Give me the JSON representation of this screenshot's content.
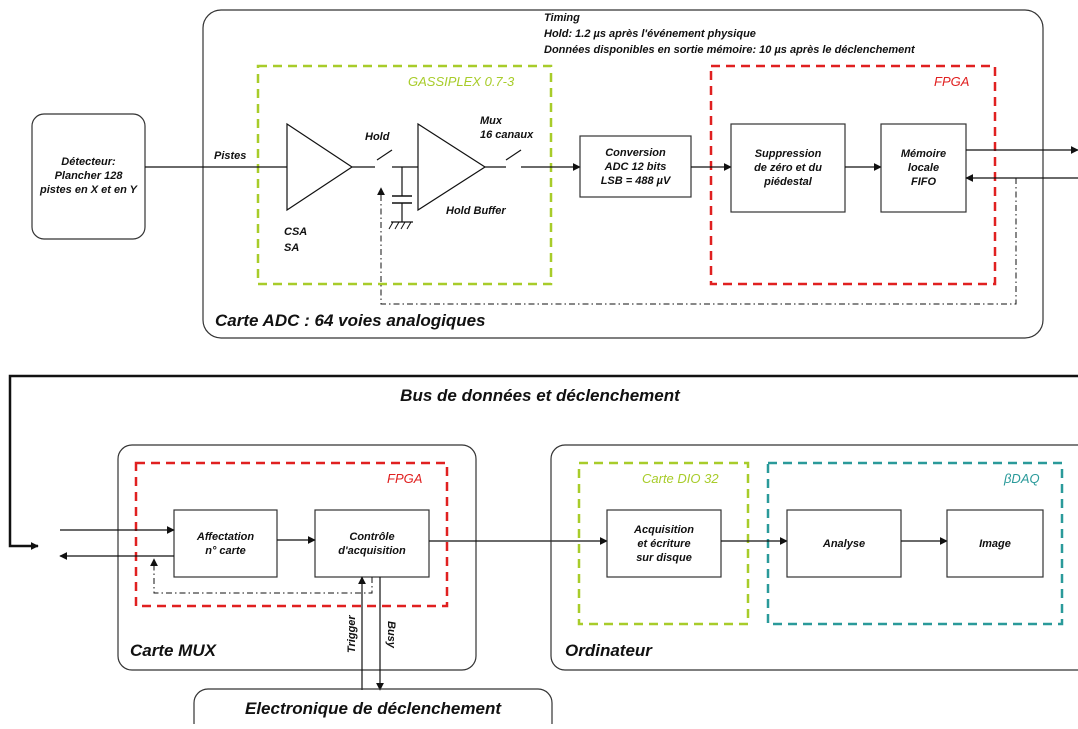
{
  "timing": {
    "title": "Timing",
    "hold": "Hold: 1.2 µs après l'événement physique",
    "data": "Données disponibles en sortie mémoire: 10 µs après le déclenchement"
  },
  "detector": {
    "label": "Détecteur: Plancher 128 pistes en X et en Y"
  },
  "adc_card": {
    "label": "Carte ADC : 64 voies analogiques",
    "pistes": "Pistes",
    "gassiplex": {
      "title": "GASSIPLEX 0.7-3",
      "csa": "CSA",
      "sa": "SA",
      "hold": "Hold",
      "mux": "Mux",
      "mux_channels": "16 canaux",
      "hold_buffer": "Hold Buffer"
    },
    "conversion": {
      "line1": "Conversion",
      "line2": "ADC 12 bits",
      "line3": "LSB = 488 µV"
    },
    "fpga": {
      "title": "FPGA",
      "suppression": {
        "line1": "Suppression",
        "line2": "de zéro et du",
        "line3": "piédestal"
      },
      "memory": {
        "line1": "Mémoire",
        "line2": "locale",
        "line3": "FIFO"
      }
    }
  },
  "bus": {
    "label": "Bus de données et déclenchement"
  },
  "mux_card": {
    "label": "Carte MUX",
    "fpga": {
      "title": "FPGA",
      "affectation": {
        "line1": "Affectation",
        "line2": "n° carte"
      },
      "controle": {
        "line1": "Contrôle",
        "line2": "d'acquisition"
      }
    },
    "trigger": "Trigger",
    "busy": "Busy"
  },
  "computer": {
    "label": "Ordinateur",
    "dio": {
      "title": "Carte DIO 32",
      "acquisition": {
        "line1": "Acquisition",
        "line2": "et écriture",
        "line3": "sur disque"
      }
    },
    "bdaq": {
      "title": "βDAQ",
      "analyse": "Analyse",
      "image": "Image"
    }
  },
  "trigger_electronics": {
    "label": "Electronique de déclenchement"
  },
  "colors": {
    "fpga": "#e02020",
    "gassiplex": "#a8cc2a",
    "bdaq": "#2a9a9a",
    "line": "#111111"
  }
}
